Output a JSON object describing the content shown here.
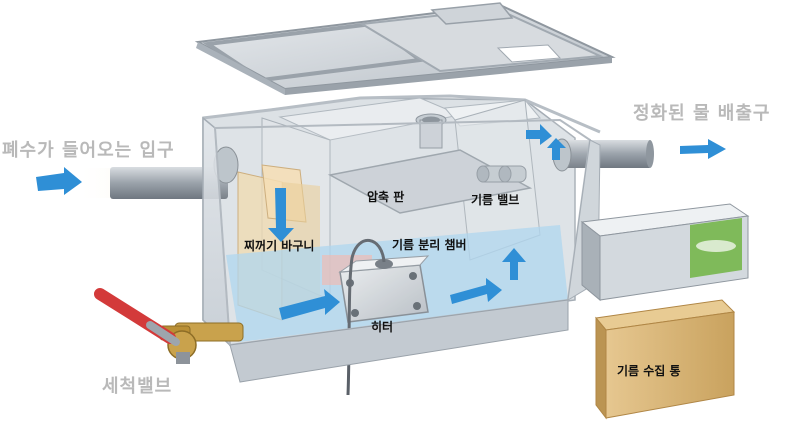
{
  "labels": {
    "inlet": "폐수가 들어오는 입구",
    "outlet": "정화된 물 배출구",
    "cleaning_valve": "세척밸브",
    "compression_plate": "압축 판",
    "grease_valve": "기름 밸브",
    "debris_basket": "찌꺼기 바구니",
    "grease_chamber": "기름 분리 챔버",
    "heater": "히터",
    "grease_container": "기름 수집 통"
  },
  "colors": {
    "tank": "#d4d9de",
    "tank_edge": "#9ea6ae",
    "water": "#a9d3ee",
    "flow_arrow": "#2f8fd6",
    "inlet_label": "#b9b9b9",
    "valve_handle": "#d33a3a",
    "grease_box": "#d9b676"
  },
  "icons": [
    "flow-arrow-icon",
    "valve-handle-icon"
  ]
}
